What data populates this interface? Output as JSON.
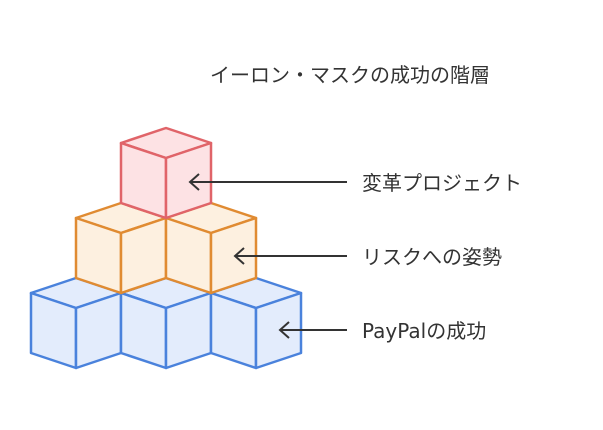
{
  "title": "イーロン・マスクの成功の階層",
  "tiers": [
    {
      "label": "変革プロジェクト",
      "fill": "#fde2e4",
      "stroke": "#e06469"
    },
    {
      "label": "リスクへの姿勢",
      "fill": "#fdf0e0",
      "stroke": "#e08b32"
    },
    {
      "label": "PayPalの成功",
      "fill": "#e3ecfc",
      "stroke": "#4a82dc"
    }
  ],
  "arrow_color": "#333333"
}
